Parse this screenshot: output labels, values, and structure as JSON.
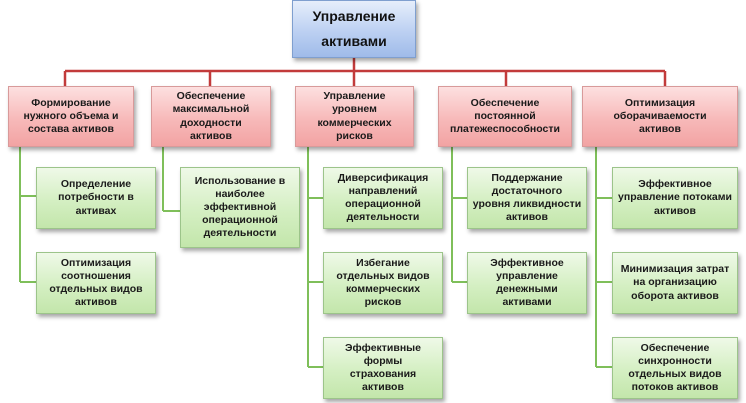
{
  "root": {
    "line1": "Управление",
    "line2": "активами"
  },
  "colors": {
    "root_fill": "#bcd0f2",
    "category_fill": "#f7b9b9",
    "leaf_fill": "#d4efc2",
    "connector": "#c23b3b",
    "leaf_connector": "#7fbf5a"
  },
  "categories": [
    {
      "label": "Формирование нужного объема и состава активов",
      "children": [
        "Определение потребности в активах",
        "Оптимизация соотношения отдельных видов активов"
      ]
    },
    {
      "label": "Обеспечение максимальной доходности активов",
      "children": [
        "Использование в наиболее эффективной операционной деятельности"
      ]
    },
    {
      "label": "Управление уровнем коммерческих рисков",
      "children": [
        "Диверсификация направлений операционной деятельности",
        "Избегание отдельных видов коммерческих рисков",
        "Эффективные формы страхования активов"
      ]
    },
    {
      "label": "Обеспечение постоянной платежеспособности",
      "children": [
        "Поддержание достаточного уровня ликвидности активов",
        "Эффективное управление денежными активами"
      ]
    },
    {
      "label": "Оптимизация оборачиваемости активов",
      "children": [
        "Эффективное управление потоками активов",
        "Минимизация затрат на организацию оборота активов",
        "Обеспечение синхронности отдельных видов потоков активов"
      ]
    }
  ]
}
